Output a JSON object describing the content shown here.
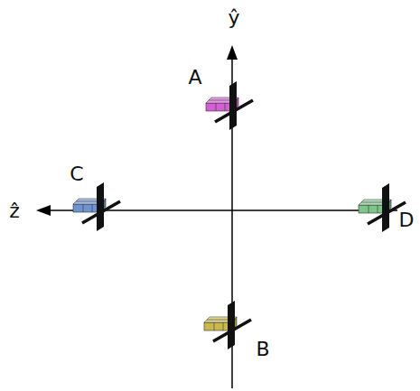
{
  "diagram": {
    "labels": [
      "ŷ",
      "A",
      "C",
      "ẑ",
      "D",
      "B"
    ]
  }
}
